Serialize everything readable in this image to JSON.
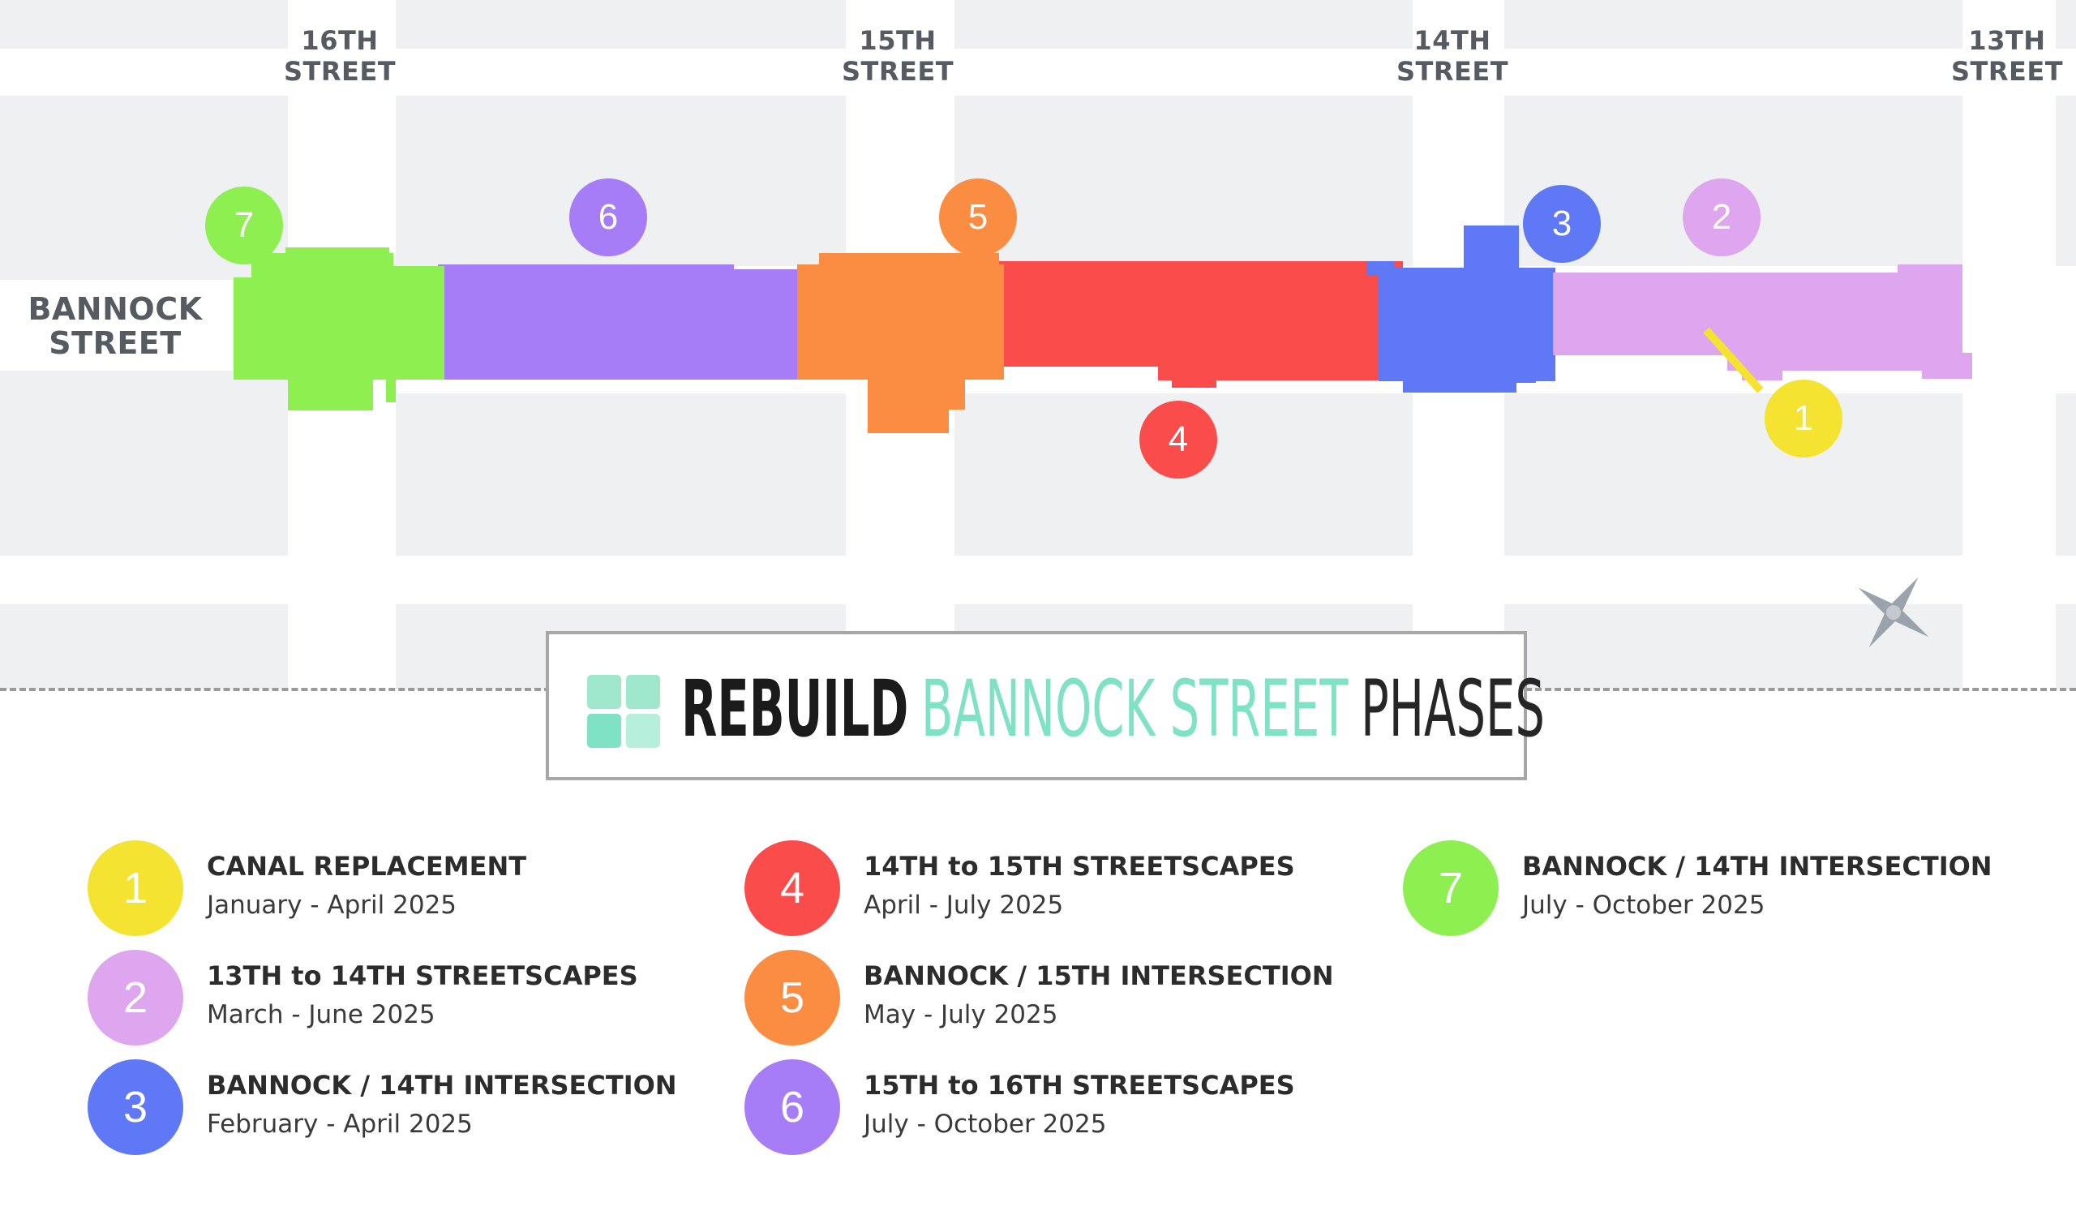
{
  "streets": {
    "sixteenth": "16TH\nSTREET",
    "fifteenth": "15TH\nSTREET",
    "fourteenth": "14TH\nSTREET",
    "thirteenth": "13TH\nSTREET",
    "bannock": "BANNOCK\nSTREET"
  },
  "title": {
    "part1": "REBUILD",
    "part2": "BANNOCK STREET",
    "part3": "PHASES"
  },
  "phases": [
    {
      "number": "1",
      "name": "CANAL REPLACEMENT",
      "dates": "January - April 2025",
      "color": "#f4e431"
    },
    {
      "number": "2",
      "name": "13TH to 14TH STREETSCAPES",
      "dates": "March - June 2025",
      "color": "#dea6ef"
    },
    {
      "number": "3",
      "name": "BANNOCK / 14TH INTERSECTION",
      "dates": "February - April 2025",
      "color": "#5f78f5"
    },
    {
      "number": "4",
      "name": "14TH to 15TH STREETSCAPES",
      "dates": "April - July 2025",
      "color": "#fb4c4c"
    },
    {
      "number": "5",
      "name": "BANNOCK / 15TH INTERSECTION",
      "dates": "May - July 2025",
      "color": "#fb8d43"
    },
    {
      "number": "6",
      "name": "15TH to 16TH STREETSCAPES",
      "dates": "July - October 2025",
      "color": "#a77cf7"
    },
    {
      "number": "7",
      "name": "BANNOCK / 14TH INTERSECTION",
      "dates": "July - October 2025",
      "color": "#8ef050"
    }
  ],
  "colors": {
    "block": "#eef0f1",
    "street_label": "#555b61",
    "title_accent": "#7fe2c4",
    "canal_stripe": "#f4e431"
  },
  "icons": {
    "title": "grid-icon",
    "compass": "compass-rose-icon"
  }
}
